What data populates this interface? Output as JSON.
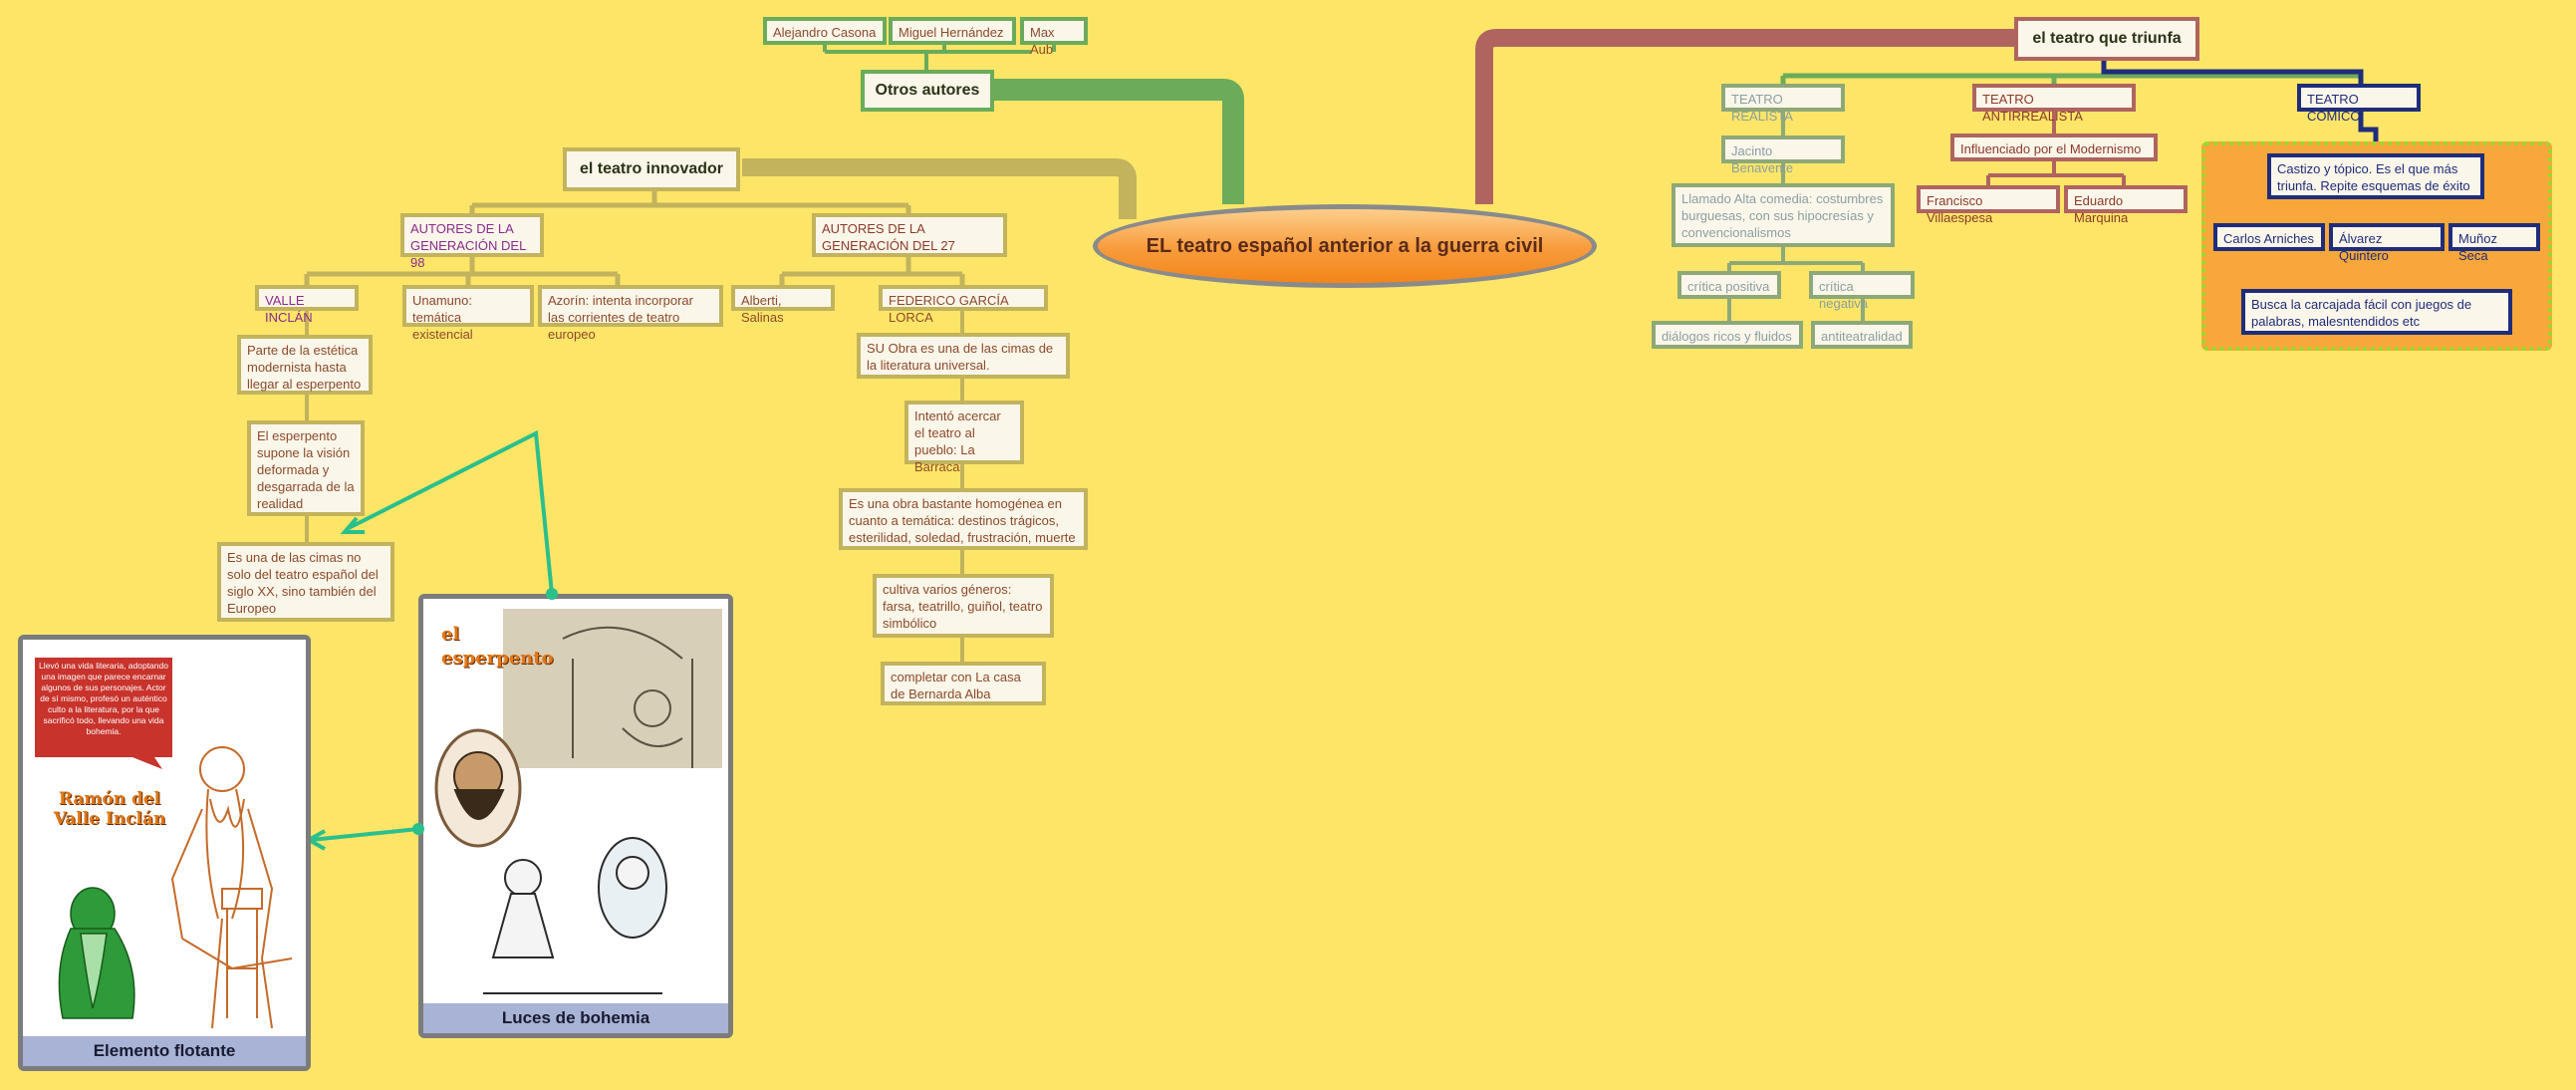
{
  "center": "EL  teatro español anterior a la guerra civil",
  "otros_autores": {
    "title": "Otros autores",
    "items": [
      "Alejandro Casona",
      "Miguel Hernández",
      "Max Aub"
    ]
  },
  "innovador": {
    "title": "el teatro innovador",
    "gen98": {
      "title": "AUTORES DE LA GENERACIÓN DEL 98",
      "valle": {
        "title": "VALLE INCLÁN",
        "chain": [
          "Parte de la estética modernista hasta llegar al esperpento",
          "El esperpento supone la visión deformada y desgarrada de la realidad",
          "Es una de las cimas no solo del teatro español del siglo XX, sino también del Europeo"
        ]
      },
      "unamuno": "Unamuno: temática existencial",
      "azorin": "Azorín: intenta incorporar las corrientes de teatro europeo"
    },
    "gen27": {
      "title": "AUTORES DE LA GENERACIÓN DEL 27",
      "alberti": "Alberti, Salinas",
      "lorca": {
        "title": "FEDERICO GARCÍA LORCA",
        "chain": [
          "SU Obra es una de las cimas de la literatura universal.",
          "Intentó acercar el teatro al pueblo: La Barraca",
          "Es una obra bastante homogénea en cuanto a temática: destinos trágicos, esterilidad, soledad, frustración, muerte",
          "cultiva varios géneros: farsa, teatrillo, guiñol, teatro simbólico",
          "completar con La casa de Bernarda Alba"
        ]
      }
    }
  },
  "triunfa": {
    "title": "el teatro que triunfa",
    "realista": {
      "title": "TEATRO REALISTA",
      "author": "Jacinto Benavente",
      "desc": "Llamado Alta comedia: costumbres burguesas, con sus hipocresías  y convencionalismos",
      "positiva": "crítica positiva",
      "negativa": "crítica negativa",
      "positiva_detail": "diálogos ricos y fluidos",
      "negativa_detail": "antiteatralidad"
    },
    "antirrealista": {
      "title": "TEATRO ANTIRREALISTA",
      "influence": "Influenciado por el Modernismo",
      "authors": [
        "Francisco Villaespesa",
        "Eduardo Marquina"
      ]
    },
    "comico": {
      "title": "TEATRO CÓMICO",
      "desc": "Castizo y tópico. Es el que más triunfa. Repite esquemas de éxito",
      "authors": [
        "Carlos Arniches",
        "Álvarez Quintero",
        "Muñoz Seca"
      ],
      "goal": "Busca la carcajada fácil con juegos de palabras, malesntendidos etc"
    }
  },
  "cards": {
    "flotante": {
      "caption": "Elemento flotante",
      "bubble": "Llevó una vida literaria, adoptando una imagen que parece encarnar algunos de sus personajes. Actor de sí mismo, profesó un auténtico culto a la literatura, por la que sacrificó todo, llevando una vida bohemia.",
      "art_title": "Ramón del Valle Inclán"
    },
    "bohemia": {
      "caption": "Luces de bohemia",
      "art_title": "el esperpento"
    }
  },
  "colors": {
    "background": "#fde568",
    "green_branch": "#6bab5a",
    "red_branch": "#b0645f",
    "olive_branch": "#c2b35c",
    "navy_branch": "#1f2d7a",
    "pointer": "#2bbf8c"
  }
}
